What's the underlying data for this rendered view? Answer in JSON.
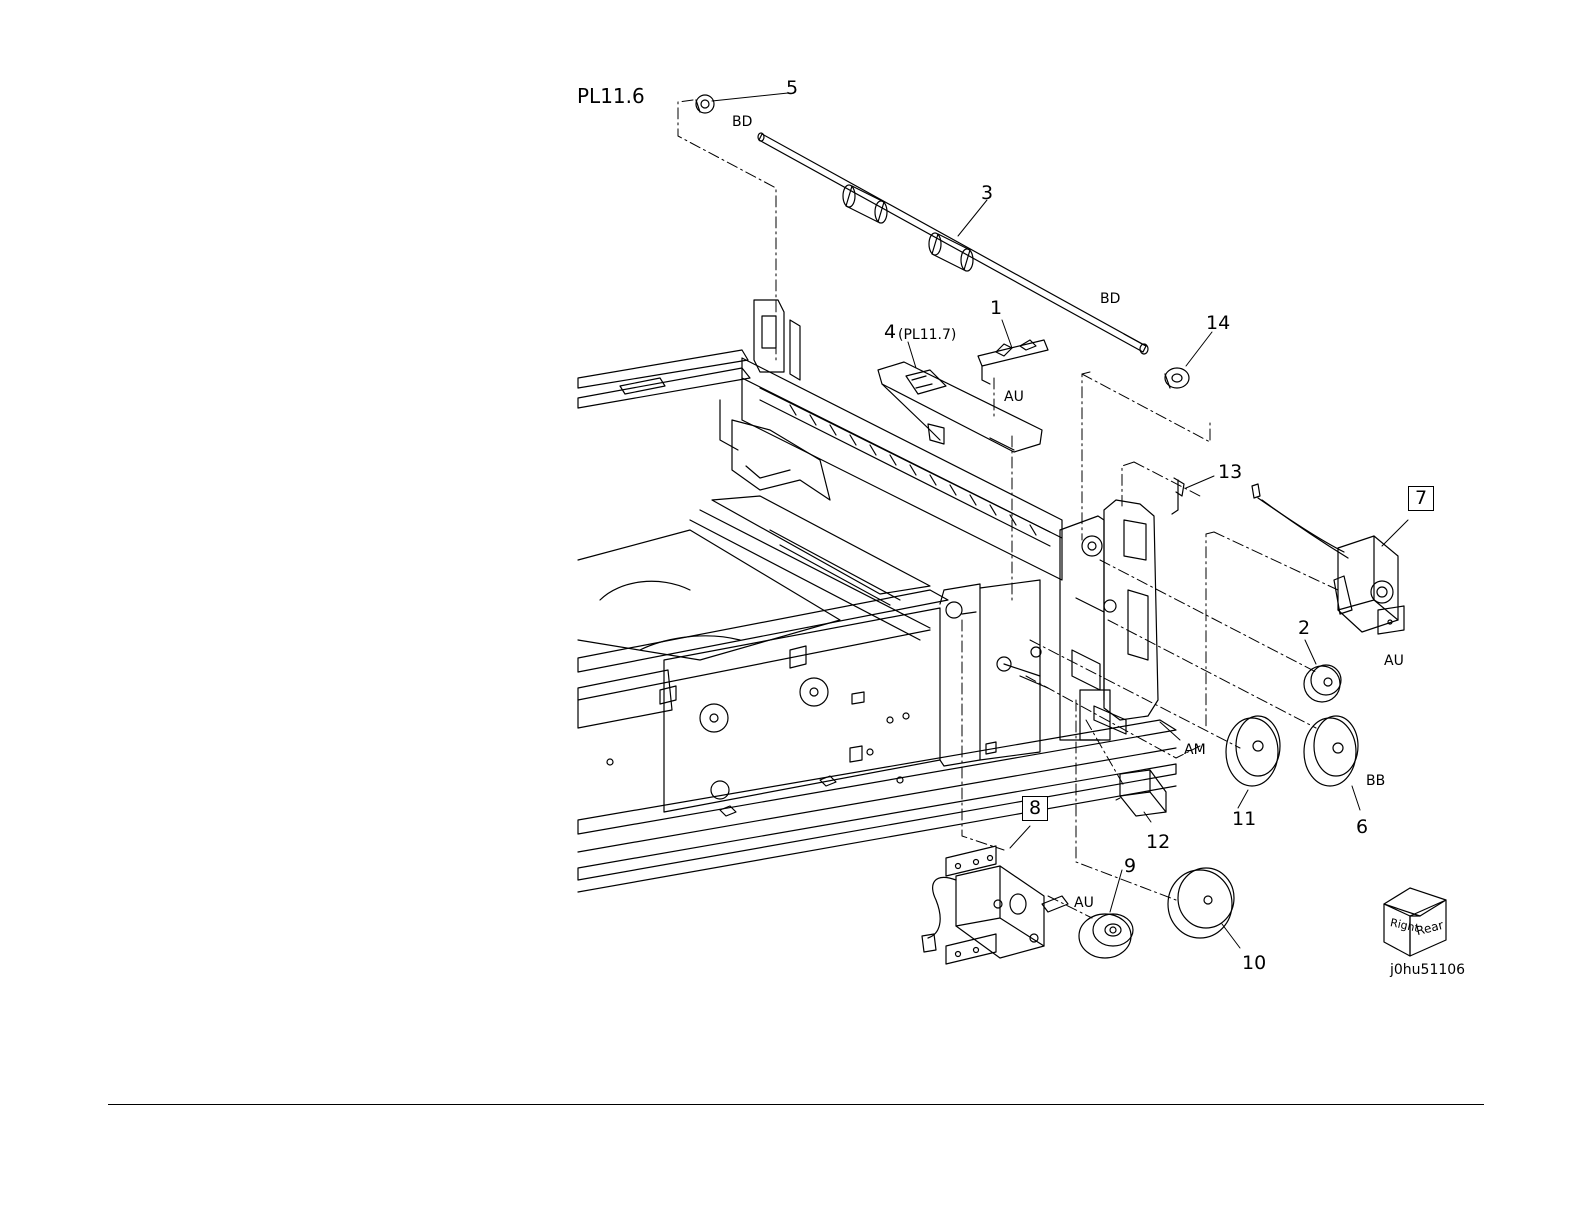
{
  "plate_label": "PL11.6",
  "figure_id": "j0hu51106",
  "orientation_labels": {
    "right": "Right",
    "rear": "Rear"
  },
  "callouts": {
    "p1": "1",
    "p2": "2",
    "p3": "3",
    "p4": "4",
    "p4_ref": "(PL11.7)",
    "p5": "5",
    "p6": "6",
    "p7": "7",
    "p8": "8",
    "p9": "9",
    "p10": "10",
    "p11": "11",
    "p12": "12",
    "p13": "13",
    "p14": "14"
  },
  "refs": {
    "bd_top": "BD",
    "bd_shaft": "BD",
    "au_bracket": "AU",
    "au_motor7": "AU",
    "au_motor8": "AU",
    "am": "AM",
    "bb": "BB"
  }
}
